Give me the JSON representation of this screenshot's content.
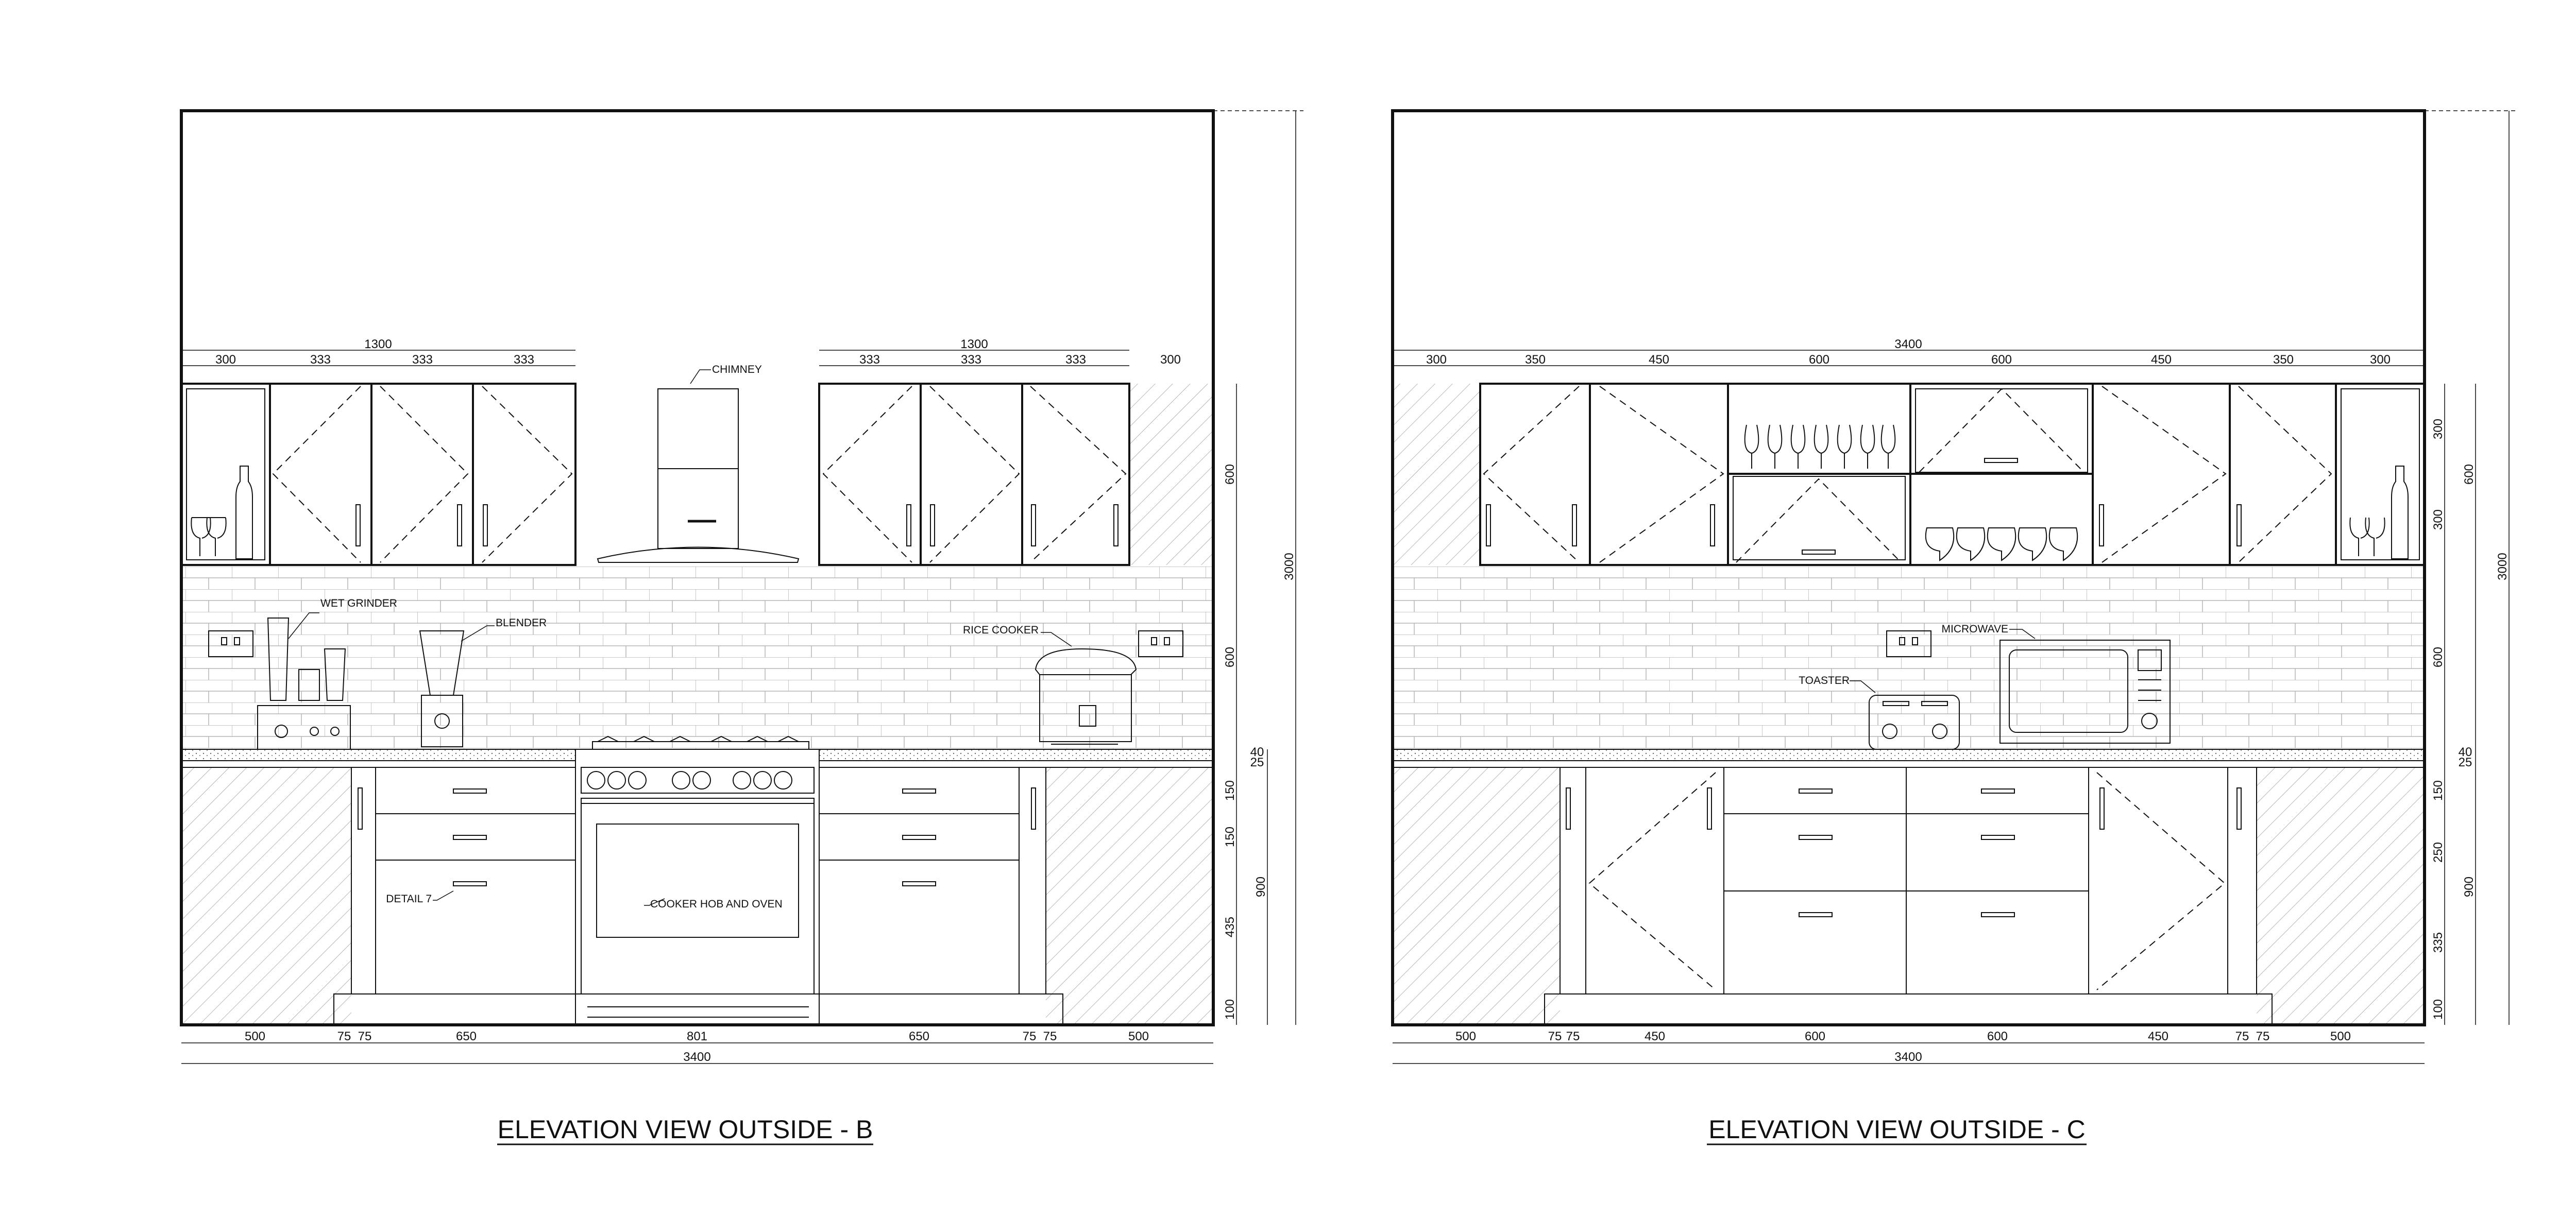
{
  "views": [
    {
      "id": "b",
      "title": "ELEVATION VIEW OUTSIDE - B",
      "top_dims": {
        "left_total": "1300",
        "left_segments": [
          "300",
          "333",
          "333",
          "333"
        ],
        "right_total": "1300",
        "right_segments": [
          "333",
          "333",
          "333",
          "300"
        ]
      },
      "bottom_segments": [
        "500",
        "75",
        "75",
        "650",
        "801",
        "650",
        "75",
        "75",
        "500"
      ],
      "bottom_total": "3400",
      "right_dims": [
        "600",
        "600",
        "40",
        "25",
        "150",
        "150",
        "435",
        "100"
      ],
      "right_groups": [
        "900"
      ],
      "overall_height": "3000",
      "labels": {
        "chimney": "CHIMNEY",
        "wet_grinder": "WET GRINDER",
        "blender": "BLENDER",
        "rice_cooker": "RICE COOKER",
        "detail": "DETAIL 7",
        "cooker": "COOKER HOB AND OVEN"
      }
    },
    {
      "id": "c",
      "title": "ELEVATION VIEW OUTSIDE - C",
      "top_dims": {
        "total": "3400",
        "segments": [
          "300",
          "350",
          "450",
          "600",
          "600",
          "450",
          "350",
          "300"
        ]
      },
      "bottom_segments": [
        "500",
        "75",
        "75",
        "450",
        "600",
        "600",
        "450",
        "75",
        "75",
        "500"
      ],
      "bottom_total": "3400",
      "right_dims": [
        "300",
        "300",
        "600",
        "40",
        "25",
        "150",
        "250",
        "335",
        "100"
      ],
      "right_groups": [
        "600",
        "900"
      ],
      "overall_height": "3000",
      "labels": {
        "toaster": "TOASTER",
        "microwave": "MICROWAVE"
      }
    }
  ],
  "colors": {
    "line": "#111111",
    "hatch": "#9a9a9a",
    "tile": "#b5b5b5",
    "paper": "#ffffff"
  }
}
